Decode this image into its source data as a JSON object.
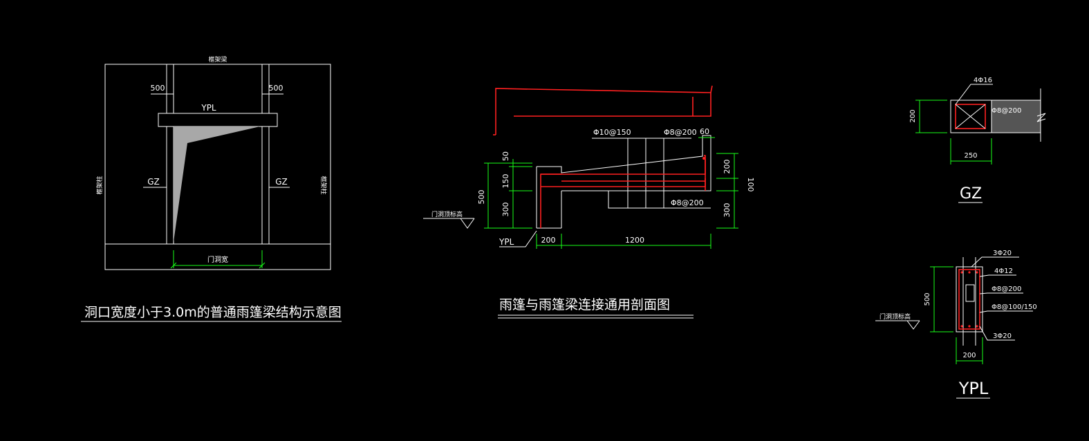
{
  "left": {
    "top_label": "框架梁",
    "dim_left": "500",
    "dim_right": "500",
    "ypl": "YPL",
    "gz_left": "GZ",
    "gz_right": "GZ",
    "side_label": "框架柱",
    "door_width": "门洞宽",
    "title": "洞口宽度小于3.0m的普通雨篷梁结构示意图"
  },
  "middle": {
    "bar_top1": "Φ10@150",
    "bar_top2": "Φ8@200",
    "dim_60": "60",
    "dim_50": "50",
    "dim_150": "150",
    "dim_300l": "300",
    "dim_500": "500",
    "dim_200r": "200",
    "dim_300r": "300",
    "dim_100": "100",
    "bar_bottom": "Φ8@200",
    "door_top_label": "门洞顶标高",
    "ypl": "YPL",
    "dim_200b": "200",
    "dim_1200": "1200",
    "title": "雨篷与雨篷梁连接通用剖面图"
  },
  "gz": {
    "bar_main": "4Φ16",
    "dim_200": "200",
    "stirrup": "Φ8@200",
    "dim_250": "250",
    "title": "GZ"
  },
  "ypl": {
    "bar_top": "3Φ20",
    "bar_mid": "4Φ12",
    "stirrup1": "Φ8@200",
    "stirrup2": "Φ8@100/150",
    "bar_bottom": "3Φ20",
    "dim_500": "500",
    "door_top_label": "门洞顶标高",
    "dim_200": "200",
    "title": "YPL"
  }
}
